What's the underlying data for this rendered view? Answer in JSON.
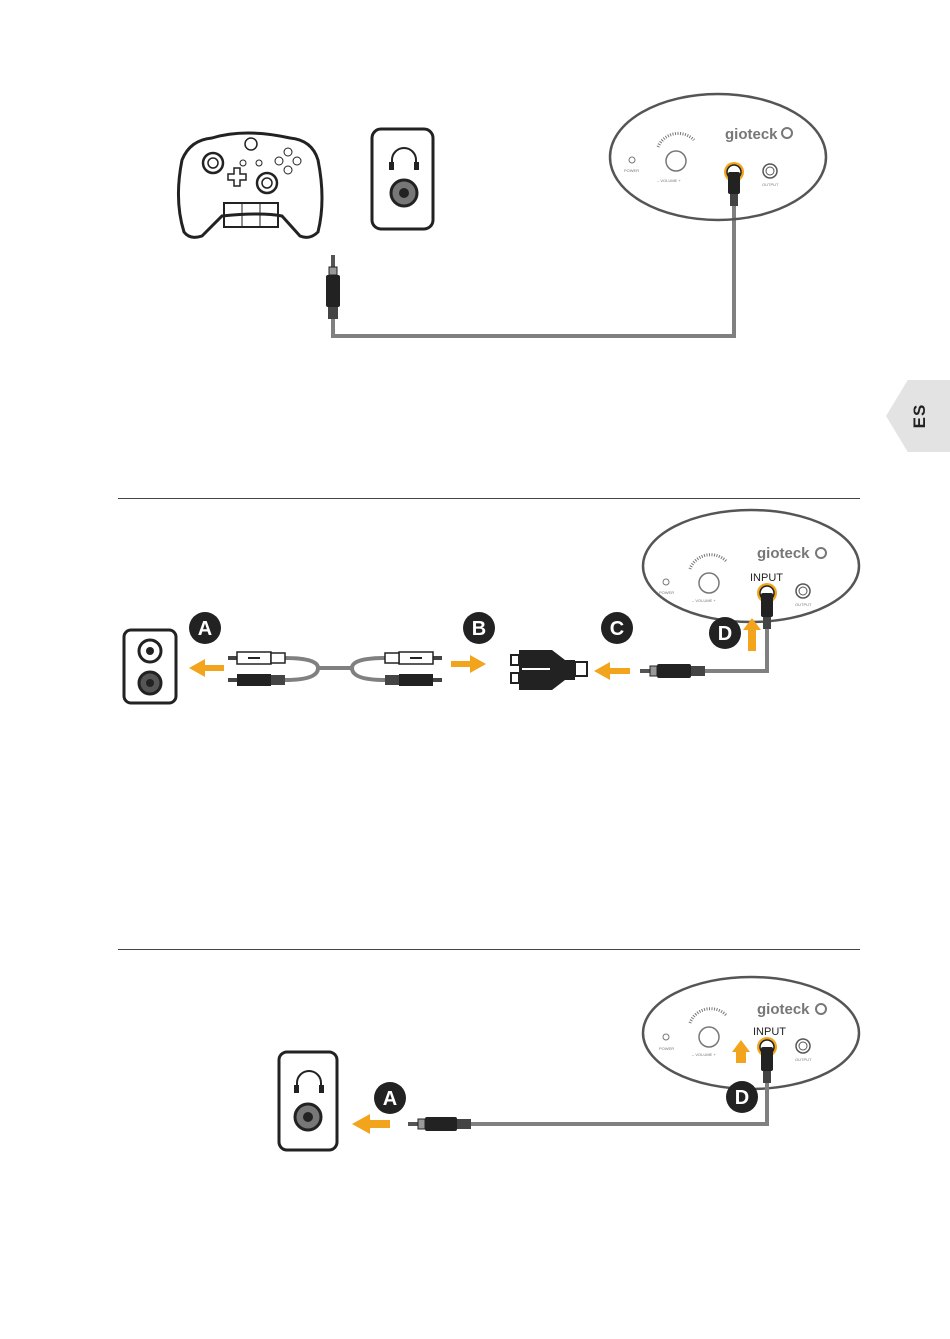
{
  "brand": "gioteck",
  "language_tab": "ES",
  "device": {
    "power_label": "POWER",
    "volume_label": "– VOLUME +",
    "input_label": "INPUT",
    "output_label": "OUTPUT"
  },
  "steps": {
    "a": "A",
    "b": "B",
    "c": "C",
    "d": "D"
  },
  "colors": {
    "accent": "#f2a51c",
    "cable": "#808080",
    "line": "#222222"
  },
  "icons": [
    "controller-icon",
    "headphone-jack-icon",
    "rca-jacks-icon",
    "rca-cable-icon",
    "rca-to-35mm-adapter-icon",
    "plug-35mm-icon"
  ]
}
